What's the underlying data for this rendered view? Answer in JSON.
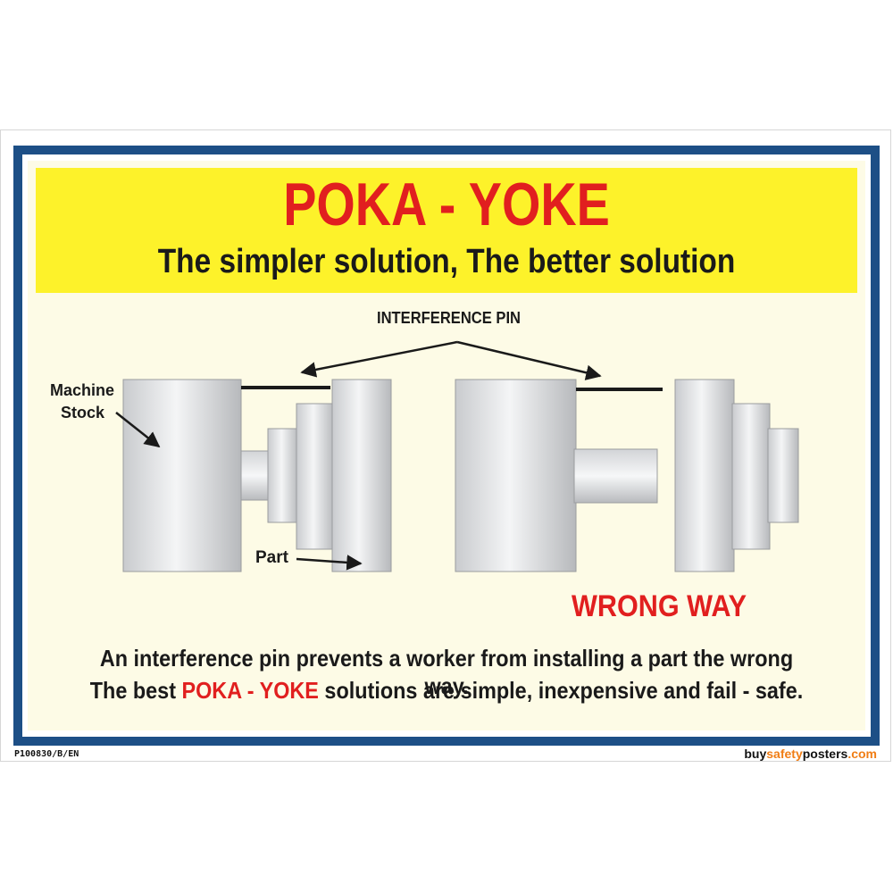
{
  "poster": {
    "title": "POKA - YOKE",
    "subtitle": "The simpler solution, The better solution",
    "labels": {
      "interference_pin": "INTERFERENCE PIN",
      "machine_stock_line1": "Machine",
      "machine_stock_line2": "Stock",
      "part": "Part",
      "wrong_way": "WRONG WAY"
    },
    "caption_line1": "An interference pin prevents a worker from installing a part the wrong way.",
    "caption_line2_prefix": "The best ",
    "caption_line2_highlight": "POKA - YOKE",
    "caption_line2_suffix": " solutions are simple, inexpensive and fail - safe."
  },
  "footer": {
    "product_code": "P100830/B/EN",
    "brand_prefix": "buy",
    "brand_accent": "safety",
    "brand_mid": "posters",
    "brand_suffix": ".com"
  },
  "colors": {
    "frame_blue": "#1d4f86",
    "header_yellow": "#fdf22a",
    "body_cream": "#fdfbe6",
    "accent_red": "#e11f1f",
    "brand_orange": "#f07d14"
  }
}
